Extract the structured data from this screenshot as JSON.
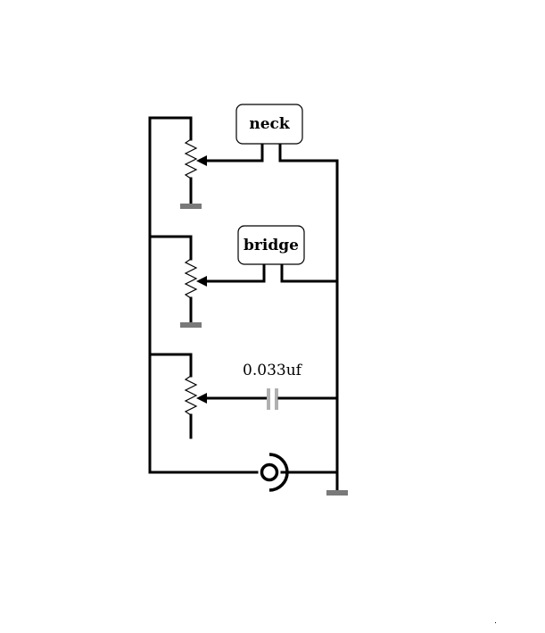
{
  "diagram": {
    "pickups": [
      {
        "label": "neck"
      },
      {
        "label": "bridge"
      }
    ],
    "capacitor": {
      "label": "0.033uf"
    },
    "colors": {
      "wire": "#000000",
      "ground": "#7a7a7a",
      "capacitor": "#b0b0b0",
      "background": "#ffffff"
    },
    "icons": {
      "potentiometer": "potentiometer-icon",
      "ground": "ground-icon",
      "jack": "output-jack-icon",
      "capacitor": "capacitor-icon"
    }
  }
}
